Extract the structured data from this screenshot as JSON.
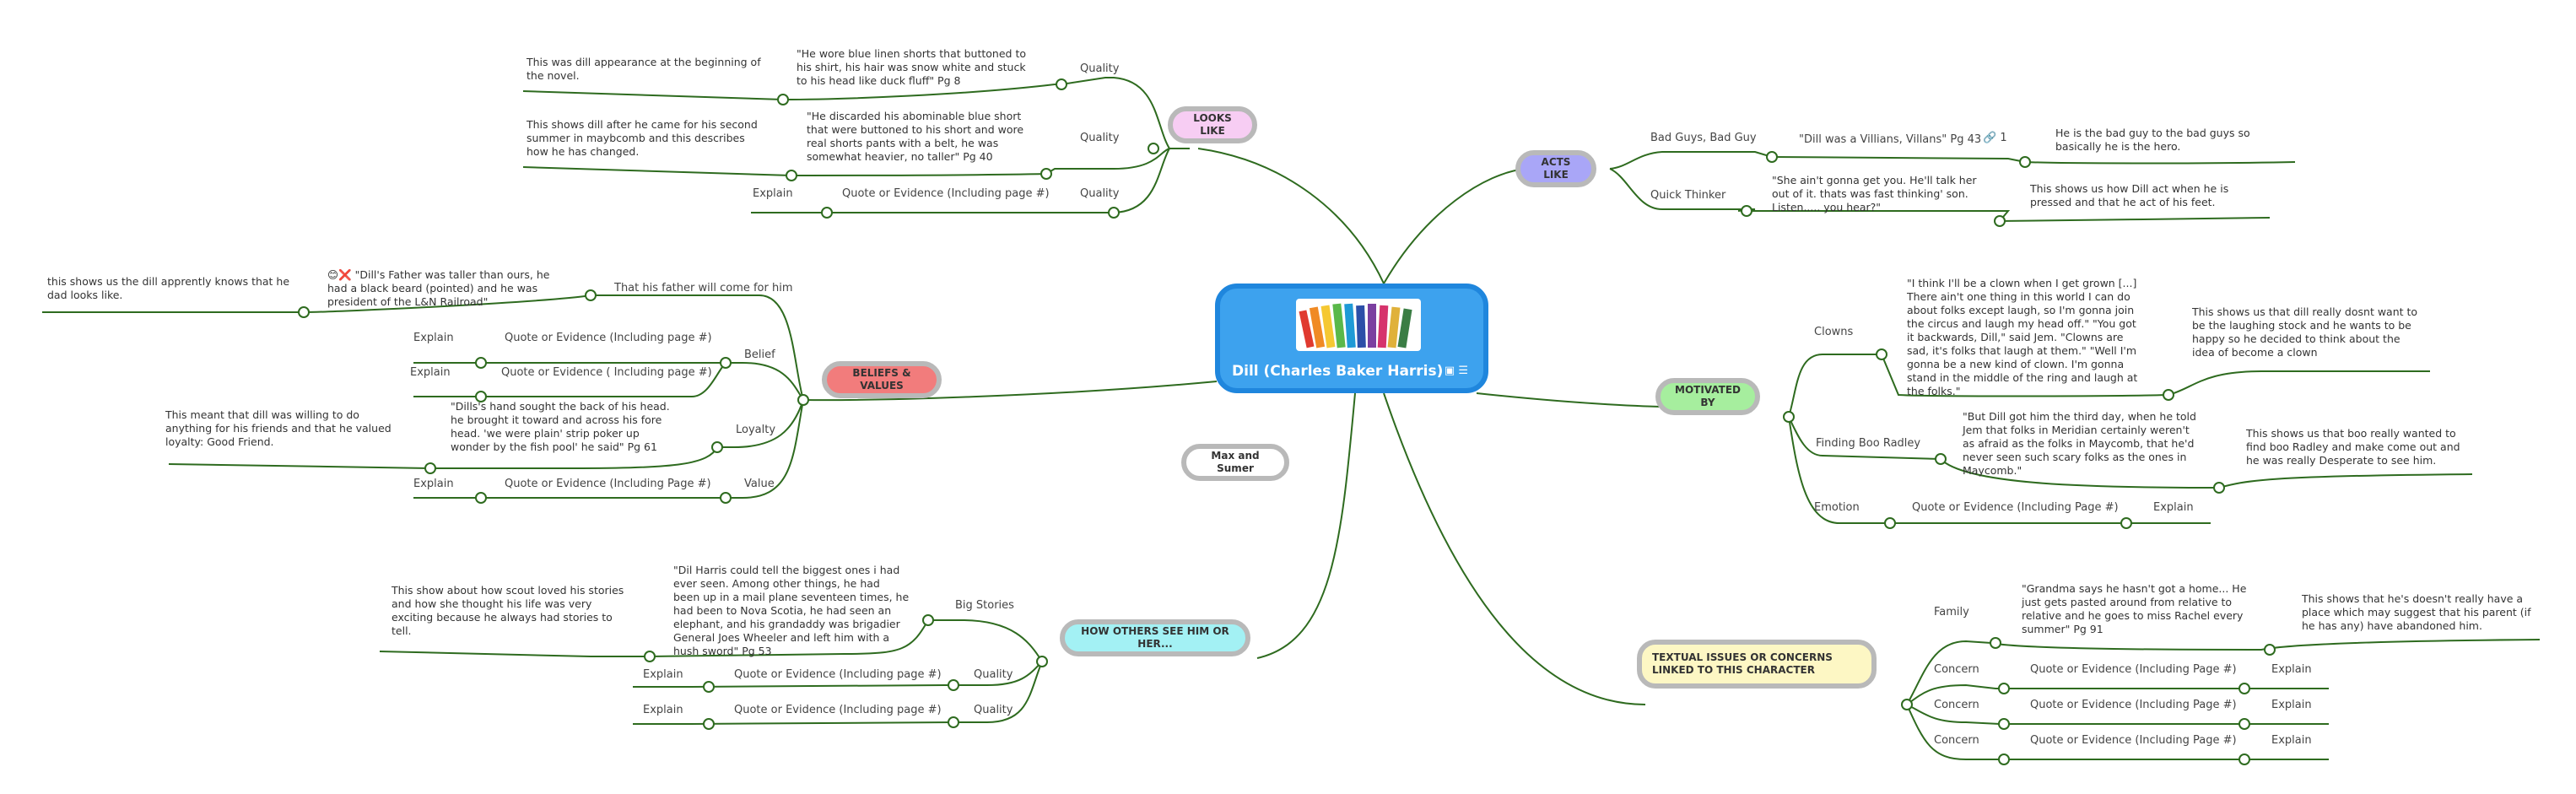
{
  "root": {
    "title": "Dill (Charles Baker Harris)"
  },
  "branches": {
    "looks_like": "LOOKS LIKE",
    "acts_like": "ACTS LIKE",
    "beliefs": "BELIEFS & VALUES",
    "motivated": "MOTIVATED BY",
    "others": "HOW OTHERS SEE HIM OR HER...",
    "textual": "TEXTUAL ISSUES OR CONCERNS LINKED TO THIS CHARACTER",
    "max": "Max and Sumer"
  },
  "looks": {
    "q1": "Quality",
    "q1_quote": "\"He wore blue linen shorts that buttoned to his shirt, his hair was snow white and stuck to his head like duck fluff\" Pg 8",
    "q1_explain": "This was dill appearance at the beginning of the novel.",
    "q2": "Quality",
    "q2_quote": "\"He discarded his abominable blue short that were buttoned to his short and wore real shorts pants with a belt, he was somewhat heavier, no taller\" Pg 40",
    "q2_explain": "This shows dill after he came for his second summer in maybcomb and this describes how he has changed.",
    "q3": "Quality",
    "q3_quote": "Quote or Evidence (Including page #)",
    "q3_explain": "Explain"
  },
  "acts": {
    "a1": "Bad Guys, Bad Guy",
    "a1_quote": "\"Dill was a Villians, Villans\" Pg 43",
    "a1_link": "1",
    "a1_explain": "He  is the bad guy to the bad guys so basically he is the hero.",
    "a2": "Quick Thinker",
    "a2_quote": "\"She ain't gonna get you. He'll talk her out of it. thats was fast thinking' son. Listen..... you hear?\"",
    "a2_explain": "This shows us how Dill act when he is pressed and that he act of his feet."
  },
  "beliefs": {
    "b1": "That his father will come for him",
    "b1_emoji": "😊❌",
    "b1_quote": "\"Dill's Father was taller than ours, he had a black beard (pointed) and he was president of the L&N Railroad\"",
    "b1_explain": "this shows us the dill apprently knows that he dad looks like.",
    "b2": "Belief",
    "b2_e1": "Explain",
    "b2_q1": "Quote or Evidence (Including page #)",
    "b2_e2": "Explain",
    "b2_q2": "Quote or Evidence ( Including page #)",
    "b3": "Loyalty",
    "b3_quote": "\"Dills's hand sought the back of his head. he brought it toward and across his fore head. 'we were plain' strip poker up wonder by the fish pool' he said\" Pg 61",
    "b3_explain": "This meant that dill was willing to do anything for his friends and that he valued loyalty: Good Friend.",
    "b4": "Value",
    "b4_quote": "Quote or Evidence (Including Page #)",
    "b4_explain": "Explain"
  },
  "motivated": {
    "m1": "Clowns",
    "m1_quote": "\"I think I'll be a clown when I get grown [...] There ain't one thing in this world I can do about folks except laugh, so I'm gonna join the circus and laugh my head off.\"  \"You got it backwards, Dill,\" said Jem. \"Clowns are sad, it's folks that laugh at them.\"  \"Well I'm gonna be a new kind of clown. I'm gonna stand in the middle of the ring and laugh at the folks.\"",
    "m1_explain": "This shows us that dill really dosnt want to be the laughing stock and he wants to be happy so he decided to think about the idea of become a clown",
    "m2": "Finding Boo Radley",
    "m2_quote": "\"But Dill got him the third day, when he told Jem that folks in Meridian certainly weren't as afraid as the folks in Maycomb, that he'd never seen such scary folks as the ones in Maycomb.\"",
    "m2_explain": "This shows us that boo really wanted to find boo Radley and make come out and he was really Desperate to see him.",
    "m3": "Emotion",
    "m3_quote": "Quote or Evidence (Including Page #)",
    "m3_explain": "Explain"
  },
  "others": {
    "o1": "Big Stories",
    "o1_quote": "\"Dil Harris  could tell the biggest ones i had ever seen. Among other things, he had been up in a mail plane seventeen times, he had been to Nova Scotia, he had seen an elephant, and his grandaddy was brigadier General Joes Wheeler and left him with a hush sword\" Pg 53",
    "o1_explain": "This show about how scout loved his stories and how she thought his life was very exciting because he always had stories to tell.",
    "o2": "Quality",
    "o2_quote": "Quote or Evidence (Including page #)",
    "o2_explain": "Explain",
    "o3": "Quality",
    "o3_quote": "Quote or Evidence (Including page #)",
    "o3_explain": "Explain"
  },
  "textual": {
    "t1": "Family",
    "t1_quote": "\"Grandma says he hasn't got a home... He just gets pasted around from relative to relative and he goes to miss Rachel every summer\" Pg 91",
    "t1_explain": "This shows that he's doesn't really have a place which may suggest that his parent (if he has any) have abandoned him.",
    "t2": "Concern",
    "t2_quote": "Quote or Evidence (Including Page #)",
    "t2_explain": "Explain",
    "t3": "Concern",
    "t3_quote": "Quote or Evidence (Including Page #)",
    "t3_explain": "Explain",
    "t4": "Concern",
    "t4_quote": "Quote or Evidence (Including Page #)",
    "t4_explain": "Explain"
  },
  "colors": {
    "line": "#2e6b1f",
    "root_fill": "#3da2ee",
    "looks_fill": "#f7cdf3",
    "acts_fill": "#a9a6f7",
    "beliefs_fill": "#f27c7c",
    "motivated_fill": "#a6ee9e",
    "others_fill": "#a3f1f4",
    "textual_fill": "#fdf7c4"
  }
}
